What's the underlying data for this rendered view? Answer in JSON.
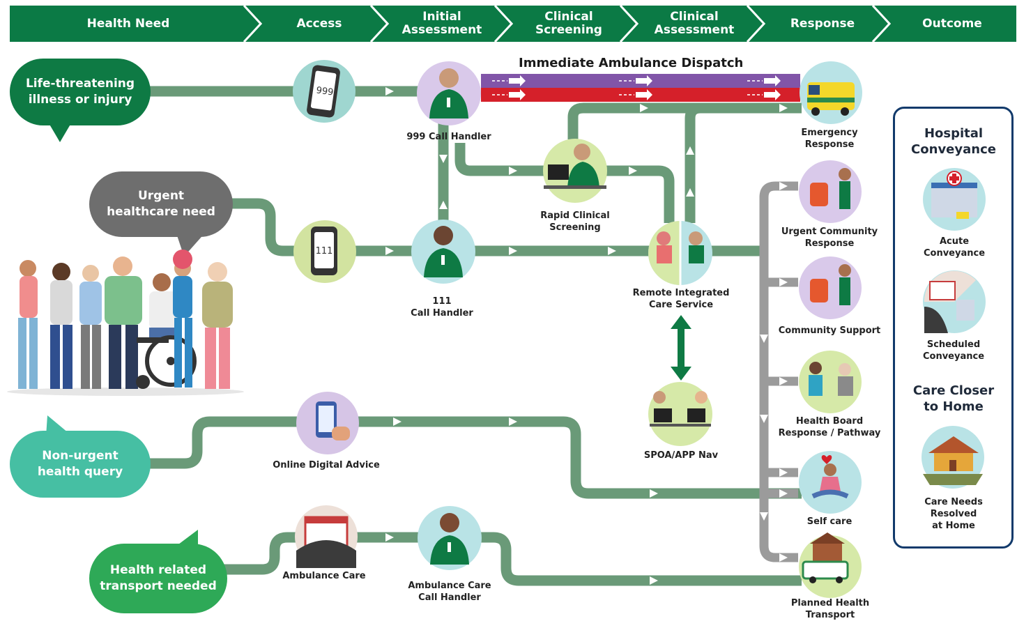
{
  "colors": {
    "header_green": "#0b7a45",
    "path_green": "#6a9a78",
    "dark_green": "#0e7a44",
    "grey_bubble": "#6e6e6e",
    "teal": "#46bfa3",
    "purple": "#8155a8",
    "red": "#d5202a",
    "grey_line": "#9b9b9b",
    "panel_border": "#123a6b"
  },
  "stages": [
    "Health Need",
    "Access",
    "Initial\nAssessment",
    "Clinical\nScreening",
    "Clinical\nAssessment",
    "Response",
    "Outcome"
  ],
  "needs": {
    "life": "Life-threatening\nillness or injury",
    "urgent": "Urgent\nhealthcare need",
    "nonurgent": "Non-urgent\nhealth query",
    "transport": "Health related\ntransport needed"
  },
  "dispatch_title": "Immediate Ambulance Dispatch",
  "nodes": {
    "call999": "999 Call Handler",
    "call111": "111\nCall Handler",
    "rapid": "Rapid Clinical\nScreening",
    "remote": "Remote Integrated\nCare Service",
    "spoa": "SPOA/APP Nav",
    "online": "Online Digital Advice",
    "ambcare": "Ambulance Care",
    "ambhandler": "Ambulance Care\nCall Handler"
  },
  "phone_numbers": {
    "p999": "999",
    "p111": "111"
  },
  "responses": [
    "Emergency\nResponse",
    "Urgent Community\nResponse",
    "Community Support",
    "Health Board\nResponse / Pathway",
    "Self care",
    "Planned Health\nTransport"
  ],
  "outcomes": {
    "hospital_heading": "Hospital\nConveyance",
    "acute": "Acute\nConveyance",
    "scheduled": "Scheduled\nConveyance",
    "home_heading": "Care Closer\nto Home",
    "home": "Care Needs\nResolved\nat Home"
  }
}
